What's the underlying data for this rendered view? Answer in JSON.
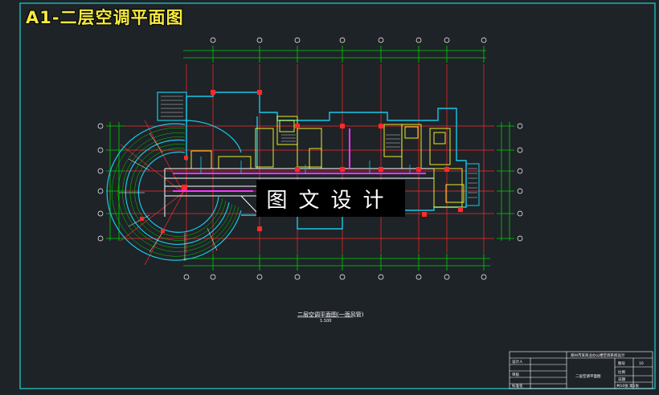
{
  "title": "A1-二层空调平面图",
  "watermark": "图文设计",
  "plan": {
    "caption": "二层空调平面图(一面风管)",
    "scale": "1:100"
  },
  "title_block": {
    "project": "郑州市某商业办公楼空调系统设计",
    "drawing_name": "二层空调平面图",
    "sheet_no": "10",
    "rows": [
      "设计人",
      "",
      "审核",
      "",
      "标准化",
      ""
    ],
    "right_labels": [
      "图号",
      "比例",
      "日期",
      "共10张 第1张"
    ]
  },
  "colors": {
    "background": "#1e2328",
    "frame": "#1fd3d3",
    "axis_lines": "#ff2a2a",
    "dimension_lines": "#00d200",
    "walls": "#19c8e6",
    "ducts": "#ffffff",
    "equipment": "#ffff2a",
    "supply_duct": "#ff33ff",
    "title_text": "#f6ea3f"
  }
}
